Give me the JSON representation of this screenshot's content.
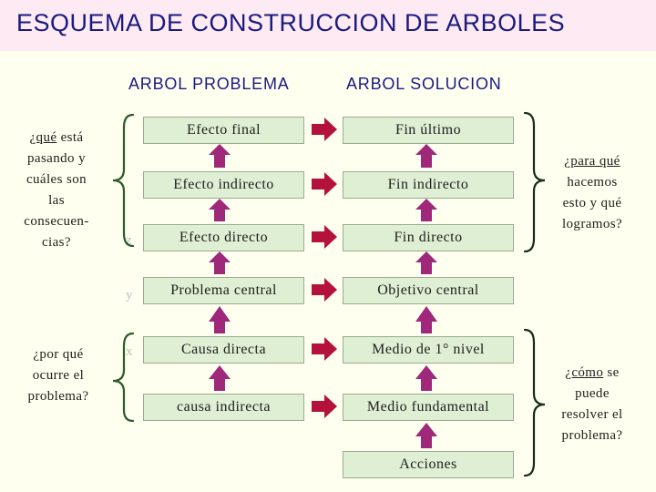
{
  "title": "ESQUEMA DE CONSTRUCCION DE ARBOLES",
  "headers": {
    "problem": "ARBOL PROBLEMA",
    "solution": "ARBOL SOLUCION"
  },
  "problem_boxes": [
    "Efecto final",
    "Efecto indirecto",
    "Efecto directo",
    "Problema central",
    "Causa directa",
    "causa indirecta"
  ],
  "solution_boxes": [
    "Fin último",
    "Fin indirecto",
    "Fin directo",
    "Objetivo central",
    "Medio de 1° nivel",
    "Medio fundamental",
    "Acciones"
  ],
  "left_top": {
    "q": "¿qué",
    "rest1": " está",
    "lines": [
      "pasando y",
      "cuáles son",
      "las",
      "consecuen-",
      "cias?"
    ]
  },
  "left_bottom": {
    "lines": [
      "¿por qué",
      "ocurre el",
      "problema?"
    ]
  },
  "right_top": {
    "q": "¿para qué",
    "lines": [
      "hacemos",
      "esto y qué",
      "logramos?"
    ]
  },
  "right_bottom": {
    "q": "¿cómo",
    "rest1": " se",
    "lines": [
      "puede",
      "resolver el",
      "problema?"
    ]
  },
  "ghost_letters": [
    "z",
    "y",
    "x"
  ],
  "colors": {
    "title": "#1a1a80",
    "box_fill": "#dfefd4",
    "arrow_red": "#b4123c",
    "arrow_purple": "#a0287a",
    "brace": "#2a5a2a",
    "brace_right": "#1a2a1a"
  }
}
